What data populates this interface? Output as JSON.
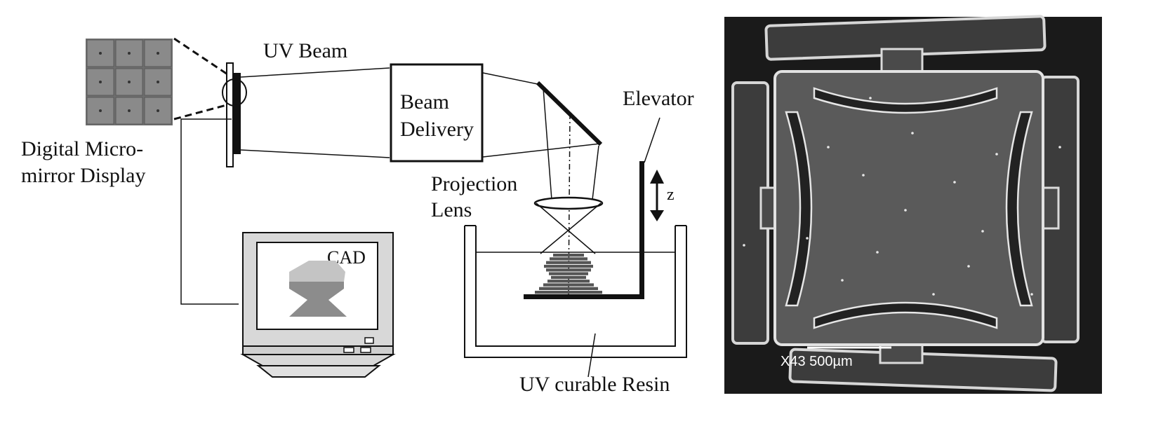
{
  "schematic": {
    "dmd_label_line1": "Digital  Micro-",
    "dmd_label_line2": "mirror Display",
    "uv_beam_label": "UV Beam",
    "beam_delivery_line1": "Beam",
    "beam_delivery_line2": "Delivery",
    "elevator_label": "Elevator",
    "z_label": "z",
    "projection_lens_line1": "Projection",
    "projection_lens_line2": "Lens",
    "cad_label": "CAD",
    "resin_label": "UV curable Resin"
  },
  "sem_image": {
    "scale_text": "X43  500µm"
  },
  "colors": {
    "line": "#111111",
    "dmd_tile": "#8a8a8a",
    "monitor_body": "#d8d8d8",
    "cad_part": "#8c8c8c",
    "cad_part_top": "#c4c4c4",
    "sem_background": "#1a1a1a",
    "sem_square": "#5a5a5a"
  }
}
